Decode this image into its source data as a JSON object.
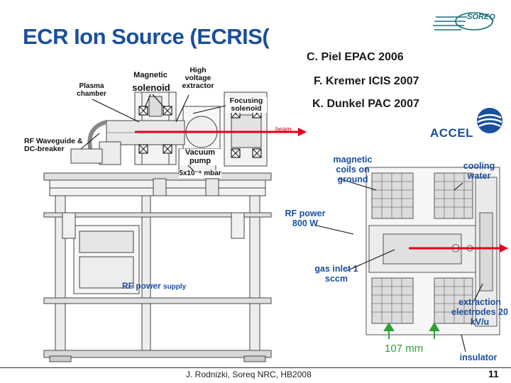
{
  "slide": {
    "title": "ECR Ion Source (ECRIS(",
    "refs": [
      "C. Piel EPAC 2006",
      "F. Kremer ICIS 2007",
      "K. Dunkel PAC 2007"
    ],
    "logo_text": "SOREQ",
    "accel_text": "ACCEL",
    "footer": "J. Rodnizki, Soreq NRC, HB2008",
    "page_number": "11"
  },
  "left_labels": {
    "plasma_chamber": "Plasma chamber",
    "magnetic": "Magnetic",
    "solenoid": "solenoid",
    "high_voltage_extractor": "High voltage extractor",
    "focusing_solenoid": "Focusing solenoid",
    "beam": "beam",
    "rf_waveguide": "RF Waveguide & DC-breaker",
    "vacuum_pump": "Vacuum pump",
    "vacuum_value": "5x10⁻⁶ mbar",
    "rf_power_supply_a": "RF power",
    "rf_power_supply_b": "supply"
  },
  "right_labels": {
    "magnetic_coils": "magnetic coils on ground",
    "cooling_water": "cooling water",
    "rf_power": "RF power 800 W",
    "gas_inlet": "gas inlet 1 sccm",
    "extraction_electrodes": "extraction electrodes 20 kV/u",
    "dimension": "107 mm",
    "insulator": "insulator"
  },
  "colors": {
    "title": "#1a4f9e",
    "beam_arrow": "#e3001b",
    "dimension_arrow": "#2e9e3a",
    "logo": "#1a6e7a"
  }
}
